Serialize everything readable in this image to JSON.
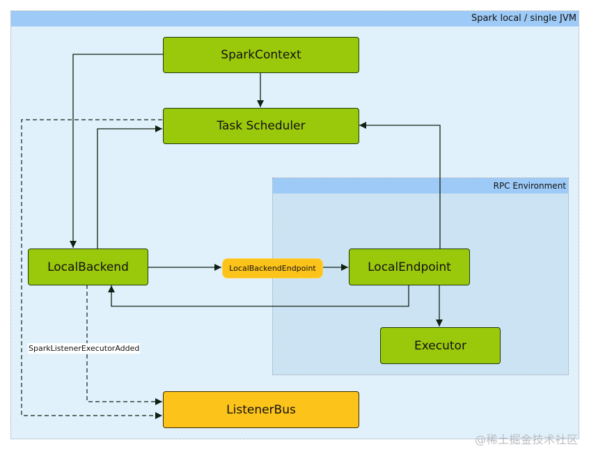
{
  "containers": {
    "outer": {
      "title": "Spark local / single JVM"
    },
    "rpc_environment": {
      "title": "RPC Environment"
    }
  },
  "nodes": {
    "spark_context": "SparkContext",
    "task_scheduler": "Task Scheduler",
    "local_backend": "LocalBackend",
    "local_endpoint": "LocalEndpoint",
    "executor": "Executor",
    "listener_bus": "ListenerBus",
    "local_backend_endpoint": "LocalBackendEndpoint"
  },
  "edge_labels": {
    "executor_added": "SparkListenerExecutorAdded"
  },
  "edges": [
    {
      "from": "SparkContext",
      "to": "Task Scheduler",
      "style": "solid"
    },
    {
      "from": "SparkContext",
      "to": "LocalBackend",
      "style": "solid"
    },
    {
      "from": "LocalBackend",
      "to": "Task Scheduler",
      "style": "solid"
    },
    {
      "from": "LocalBackend",
      "to": "LocalBackendEndpoint",
      "style": "solid"
    },
    {
      "from": "LocalBackendEndpoint",
      "to": "LocalEndpoint",
      "style": "solid"
    },
    {
      "from": "LocalEndpoint",
      "to": "Task Scheduler",
      "style": "solid"
    },
    {
      "from": "LocalEndpoint",
      "to": "LocalBackend",
      "style": "solid"
    },
    {
      "from": "LocalEndpoint",
      "to": "Executor",
      "style": "solid"
    },
    {
      "from": "LocalBackend",
      "to": "ListenerBus",
      "style": "dashed",
      "label": "SparkListenerExecutorAdded"
    },
    {
      "from": "Task Scheduler",
      "to": "ListenerBus",
      "style": "dashed"
    }
  ],
  "colors": {
    "container_bg": "#e1f1fc",
    "container_band": "#9dcaf6",
    "rpc_bg": "#cce3f3",
    "node_green": "#9ac80b",
    "node_amber": "#fcc31a"
  },
  "watermark": "@稀土掘金技术社区"
}
